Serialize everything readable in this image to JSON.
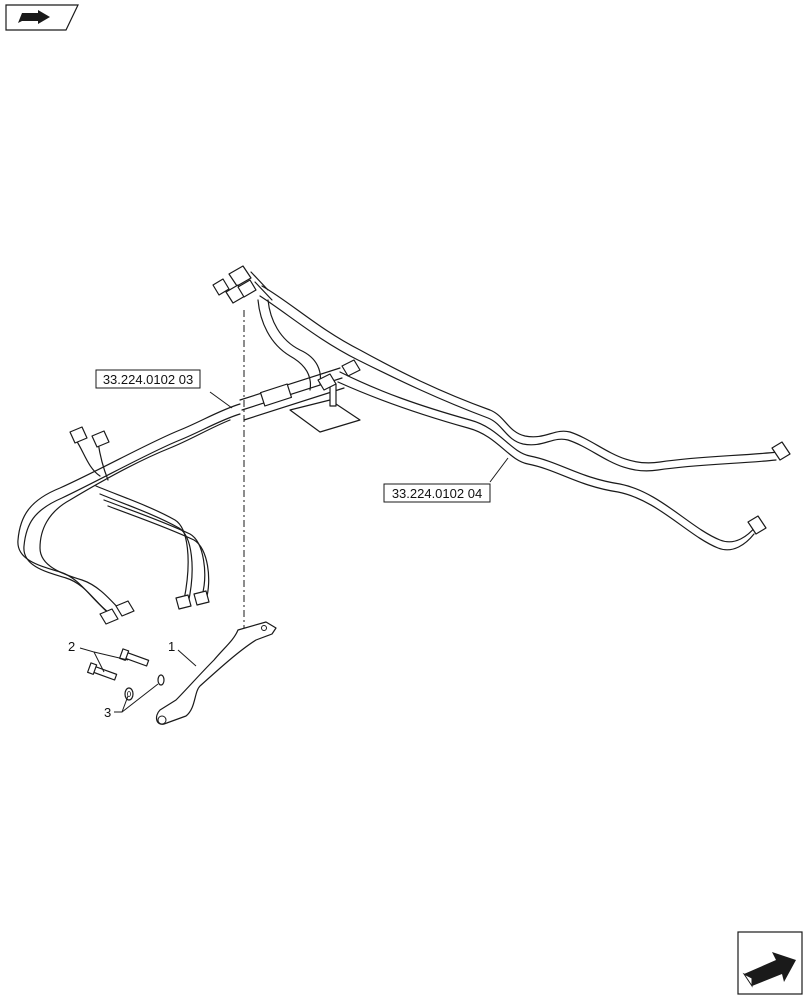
{
  "diagram": {
    "references": [
      {
        "id": "ref-left",
        "text": "33.224.0102 03"
      },
      {
        "id": "ref-right",
        "text": "33.224.0102 04"
      }
    ],
    "callouts": [
      {
        "id": "item-1",
        "text": "1"
      },
      {
        "id": "item-2",
        "text": "2"
      },
      {
        "id": "item-3",
        "text": "3"
      }
    ]
  },
  "icons": {
    "top_left": "catalog-flag-icon",
    "bottom_right": "next-page-arrow-icon"
  }
}
